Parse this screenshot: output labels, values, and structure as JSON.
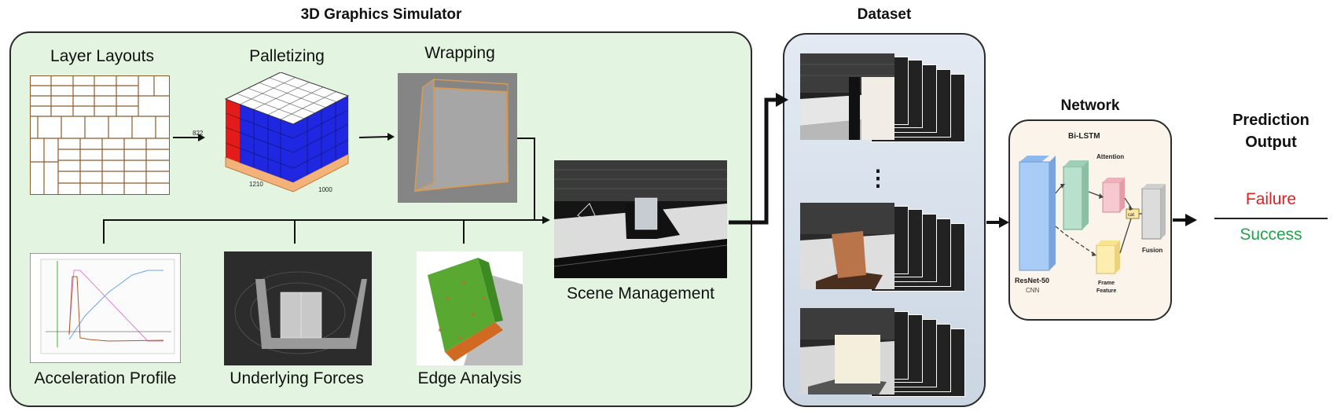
{
  "simulator": {
    "title": "3D Graphics Simulator",
    "layer_layouts": "Layer Layouts",
    "palletizing": "Palletizing",
    "pallet_dims": {
      "height": "822",
      "width": "1210",
      "depth": "1000"
    },
    "wrapping": "Wrapping",
    "scene_management": "Scene Management",
    "acceleration_profile": "Acceleration Profile",
    "underlying_forces": "Underlying Forces",
    "edge_analysis": "Edge Analysis"
  },
  "dataset": {
    "title": "Dataset",
    "ellipsis": "⋮"
  },
  "network": {
    "title": "Network",
    "blocks": {
      "bilstm": "Bi-LSTM",
      "attention": "Attention",
      "resnet": "ResNet-50",
      "cnn": "CNN",
      "cat": "cat",
      "fusion": "Fusion",
      "frame": "Frame",
      "feature": "Feature"
    }
  },
  "prediction": {
    "title_line1": "Prediction",
    "title_line2": "Output",
    "failure": "Failure",
    "success": "Success"
  },
  "colors": {
    "sim_panel": "#e3f5e1",
    "data_panel": "#d6dfea",
    "net_panel": "#fbf4ea",
    "failure": "#e02020",
    "success": "#22a34a"
  }
}
